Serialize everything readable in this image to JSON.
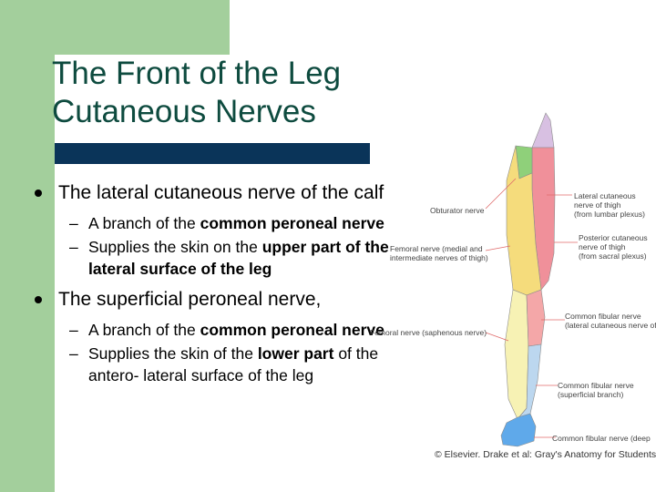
{
  "slide": {
    "title_line1": "The Front of the Leg",
    "title_line2": "Cutaneous Nerves",
    "bullet1": {
      "pre": "The ",
      "bold": "lateral cutaneous nerve of the calf",
      "subs": [
        {
          "pre": "A branch of the ",
          "bold": "common peroneal nerve",
          "post": ""
        },
        {
          "pre": "Supplies the skin on the ",
          "bold": "upper part of the lateral surface of the leg",
          "post": ""
        }
      ]
    },
    "bullet2": {
      "pre": "The ",
      "bold": "superficial peroneal nerve,",
      "subs": [
        {
          "pre": "A branch of the ",
          "bold": "common peroneal nerve",
          "post": ""
        },
        {
          "pre": "Supplies the skin of the ",
          "bold": "lower part",
          "post": " of the antero- lateral surface of the leg"
        }
      ]
    }
  },
  "figure": {
    "labels": {
      "obturator": "Obturator nerve",
      "femoral_med_1": "Femoral nerve (medial and",
      "femoral_med_2": "intermediate nerves of thigh)",
      "femoral_saph": "Femoral nerve (saphenous nerve)",
      "lat_cut_1": "Lateral cutaneous",
      "lat_cut_2": "nerve of thigh",
      "lat_cut_3": "(from lumbar plexus)",
      "post_cut_1": "Posterior cutaneous",
      "post_cut_2": "nerve of thigh",
      "post_cut_3": "(from sacral plexus)",
      "cfn_lat_1": "Common fibular nerve",
      "cfn_lat_2": "(lateral cutaneous nerve of calf)",
      "cfn_sup_1": "Common fibular nerve",
      "cfn_sup_2": "(superficial branch)",
      "cfn_deep": "Common fibular nerve (deep"
    },
    "credit": "© Elsevier. Drake et al: Gray's Anatomy for Students",
    "colors": {
      "obturator": "#8fd07a",
      "femoral": "#f5dc7c",
      "saphenous": "#f7f2b4",
      "lateral_thigh": "#f0909a",
      "posterior_thigh": "#d8c0e2",
      "lateral_calf": "#f4a7a8",
      "superficial": "#bcd7ef",
      "deep": "#5fa9ea"
    }
  }
}
